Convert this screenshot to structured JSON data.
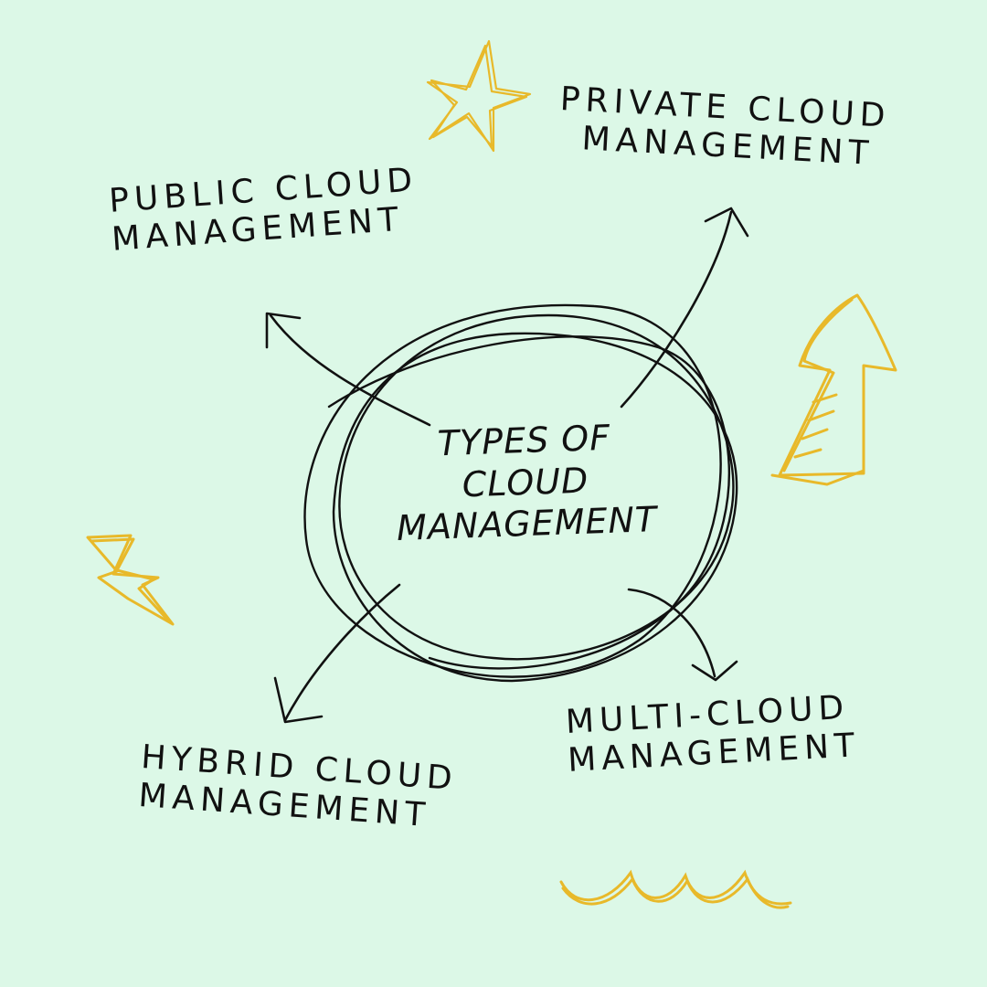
{
  "center": {
    "lines": [
      "TYPES OF",
      "CLOUD",
      "MANAGEMENT"
    ]
  },
  "branches": [
    {
      "id": "public",
      "lines": [
        "PUBLIC CLOUD",
        "MANAGEMENT"
      ]
    },
    {
      "id": "private",
      "lines": [
        "PRIVATE CLOUD",
        "MANAGEMENT"
      ]
    },
    {
      "id": "hybrid",
      "lines": [
        "HYBRID CLOUD",
        "MANAGEMENT"
      ]
    },
    {
      "id": "multi",
      "lines": [
        "MULTI-CLOUD",
        "MANAGEMENT"
      ]
    }
  ],
  "colors": {
    "background": "#dcf8e7",
    "ink": "#111111",
    "accent": "#e8b92a"
  },
  "decorations": [
    "star-icon",
    "lightning-icon",
    "up-arrow-icon",
    "squiggle-icon"
  ]
}
